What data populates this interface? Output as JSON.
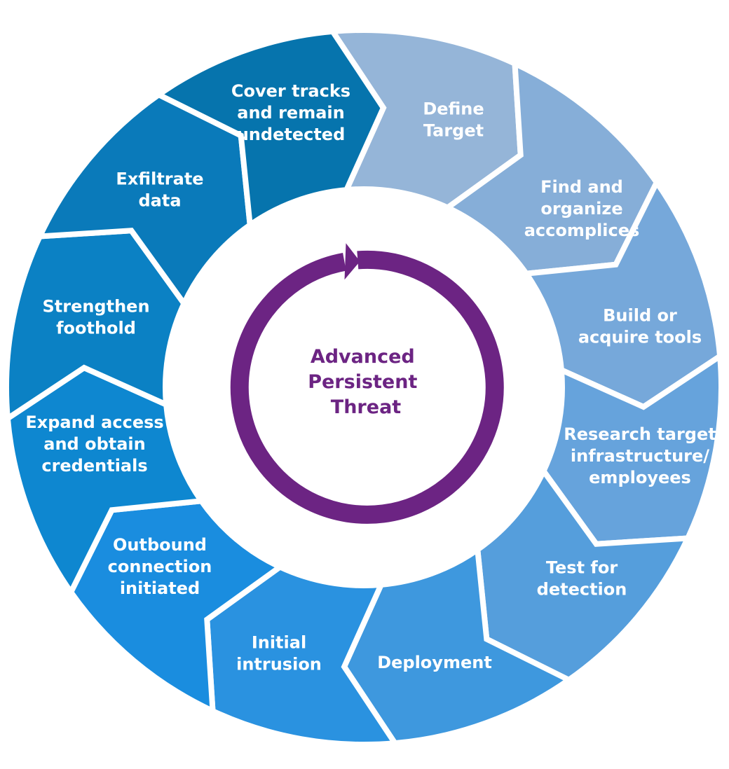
{
  "center": {
    "lines": [
      "Advanced",
      "Persistent",
      "Threat"
    ],
    "color": "#6c2483"
  },
  "steps": [
    {
      "lines": [
        "Define",
        "Target"
      ],
      "color": "#95b5d8"
    },
    {
      "lines": [
        "Find and",
        "organize",
        "accomplices"
      ],
      "color": "#86aed8"
    },
    {
      "lines": [
        "Build or",
        "acquire tools"
      ],
      "color": "#76a8da"
    },
    {
      "lines": [
        "Research target",
        "infrastructure/",
        "employees"
      ],
      "color": "#66a3dc"
    },
    {
      "lines": [
        "Test for",
        "detection"
      ],
      "color": "#559edc"
    },
    {
      "lines": [
        "Deployment"
      ],
      "color": "#3e98de"
    },
    {
      "lines": [
        "Initial",
        "intrusion"
      ],
      "color": "#2a92e0"
    },
    {
      "lines": [
        "Outbound",
        "connection",
        "initiated"
      ],
      "color": "#1a8ddf"
    },
    {
      "lines": [
        "Expand access",
        "and obtain",
        "credentials"
      ],
      "color": "#0e87d0"
    },
    {
      "lines": [
        "Strengthen",
        "foothold"
      ],
      "color": "#0b81c4"
    },
    {
      "lines": [
        "Exfiltrate",
        "data"
      ],
      "color": "#0a7aba"
    },
    {
      "lines": [
        "Cover tracks",
        "and remain",
        "undetected"
      ],
      "color": "#0674ad"
    }
  ]
}
